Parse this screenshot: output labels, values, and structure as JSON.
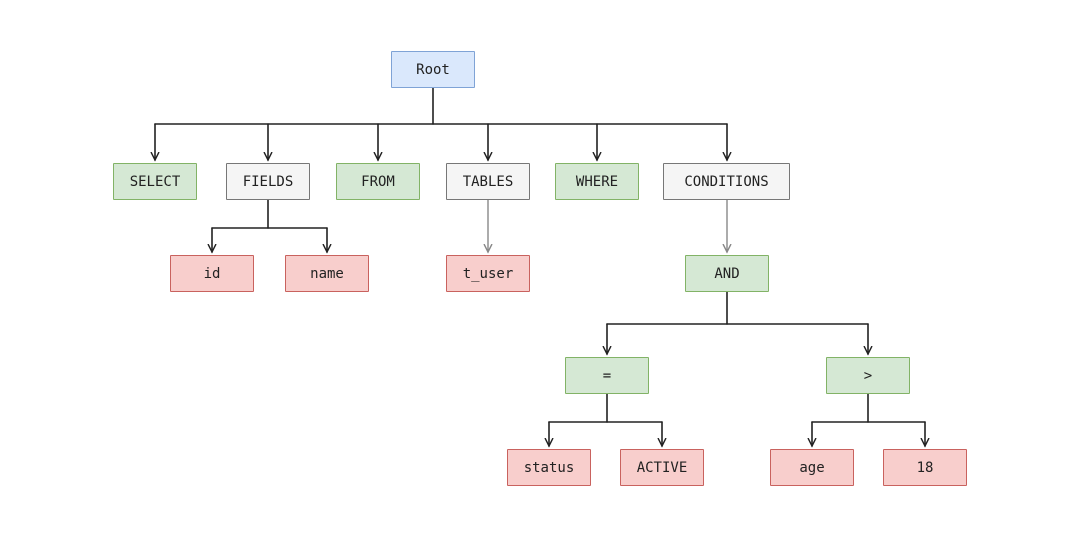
{
  "nodes": {
    "root": "Root",
    "select": "SELECT",
    "fields": "FIELDS",
    "from": "FROM",
    "tables": "TABLES",
    "where": "WHERE",
    "conditions": "CONDITIONS",
    "id": "id",
    "name": "name",
    "t_user": "t_user",
    "and": "AND",
    "eq": "=",
    "gt": ">",
    "status": "status",
    "active": "ACTIVE",
    "age": "age",
    "n18": "18"
  },
  "colors": {
    "blue": "#dae8fc",
    "green": "#d5e8d4",
    "gray": "#f5f5f5",
    "red": "#f8cecc"
  }
}
